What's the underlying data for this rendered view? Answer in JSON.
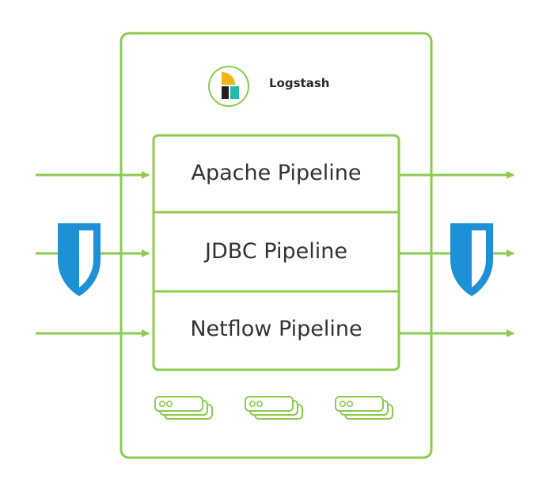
{
  "logo": {
    "label": "Logstash",
    "colors": {
      "yellow": "#F0B414",
      "teal": "#1FBBA6",
      "dark": "#231F20"
    }
  },
  "pipelines": [
    {
      "label": "Apache Pipeline"
    },
    {
      "label": "JDBC Pipeline"
    },
    {
      "label": "Netflow Pipeline"
    }
  ],
  "colors": {
    "accent": "#8CCB4E",
    "shield": "#1E90D6",
    "shield_highlight": "#FFFFFF",
    "text": "#333333"
  },
  "icons": {
    "shield_left": "shield-icon",
    "shield_right": "shield-icon",
    "queues": [
      "persistent-queue-icon",
      "persistent-queue-icon",
      "persistent-queue-icon"
    ]
  }
}
